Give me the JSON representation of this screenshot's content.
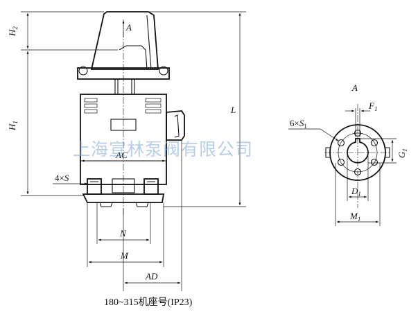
{
  "caption": "180~315机座号(IP23)",
  "watermark": "上海宣林泵阀有限公司",
  "view_label": "A",
  "labels": {
    "H2": "H",
    "H2_sub": "2",
    "H1": "H",
    "H1_sub": "1",
    "L": "L",
    "A_arrow": "A",
    "AC": "AC",
    "S4": "4×",
    "S4_var": "S",
    "N": "N",
    "M": "M",
    "AD": "AD",
    "S6": "6×",
    "S6_var": "S",
    "S6_sub": "1",
    "F1": "F",
    "F1_sub": "1",
    "G1": "G",
    "G1_sub": "1",
    "D1": "D",
    "D1_sub": "1",
    "M1": "M",
    "M1_sub": "1"
  },
  "colors": {
    "line": "#111111",
    "watermark": "#7ea6d8"
  }
}
